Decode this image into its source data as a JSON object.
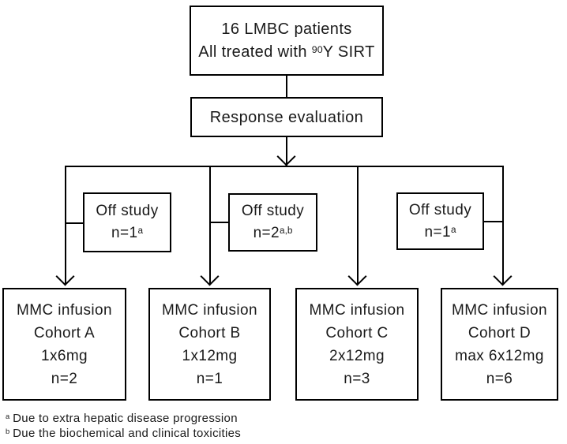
{
  "colors": {
    "line": "#000000",
    "text": "#1a1a1a",
    "background": "#ffffff"
  },
  "title_box": {
    "line1": "16 LMBC patients",
    "line2_pre": "All treated with ",
    "line2_sup": "90",
    "line2_post": "Y SIRT"
  },
  "response_box": {
    "label": "Response evaluation"
  },
  "off_study": [
    {
      "label": "Off study",
      "n": "n=1",
      "sup": "a"
    },
    {
      "label": "Off study",
      "n": "n=2",
      "sup": "a,b"
    },
    {
      "label": "Off study",
      "n": "n=1",
      "sup": "a"
    }
  ],
  "cohorts": [
    {
      "line1": "MMC infusion",
      "line2": "Cohort A",
      "line3": "1x6mg",
      "line4": "n=2"
    },
    {
      "line1": "MMC infusion",
      "line2": "Cohort B",
      "line3": "1x12mg",
      "line4": "n=1"
    },
    {
      "line1": "MMC infusion",
      "line2": "Cohort C",
      "line3": "2x12mg",
      "line4": "n=3"
    },
    {
      "line1": "MMC infusion",
      "line2": "Cohort D",
      "line3": "max 6x12mg",
      "line4": "n=6"
    }
  ],
  "footnotes": [
    {
      "marker": "a",
      "text": "Due to extra hepatic disease progression"
    },
    {
      "marker": "b",
      "text": "Due the biochemical and clinical toxicities"
    }
  ]
}
